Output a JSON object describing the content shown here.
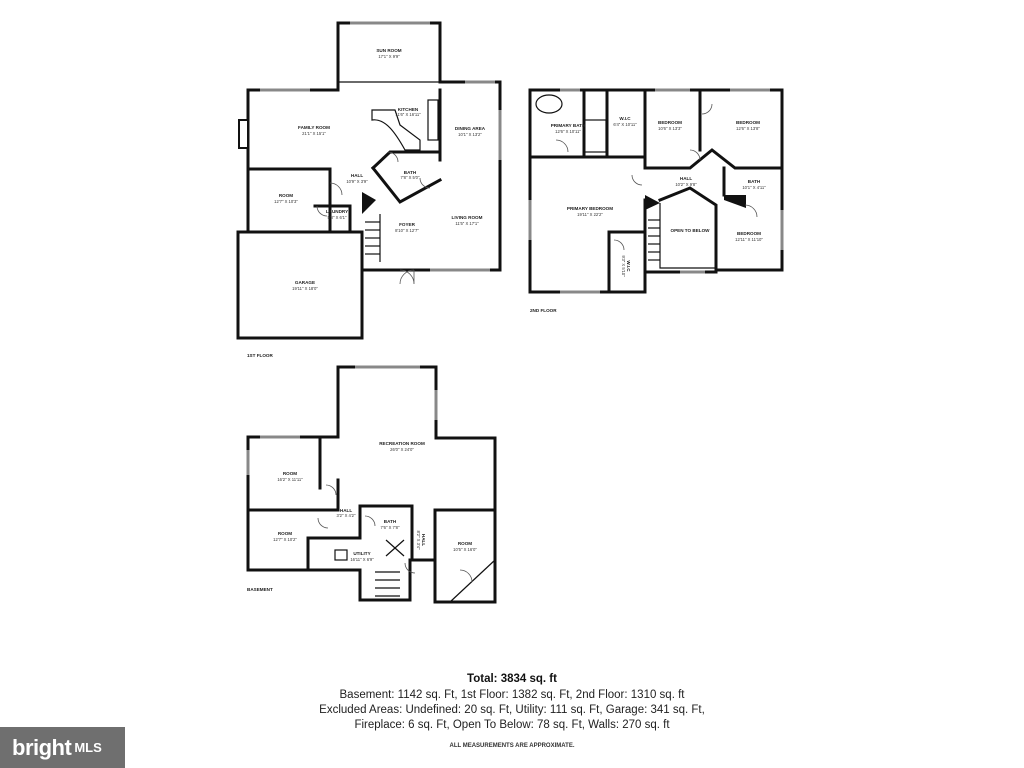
{
  "floors": {
    "first": "1ST FLOOR",
    "second": "2ND FLOOR",
    "basement": "BASEMENT"
  },
  "rooms": {
    "sun_room": {
      "name": "SUN ROOM",
      "dim": "17'1\" X 9'9\""
    },
    "kitchen": {
      "name": "KITCHEN",
      "dim": "11'6\" X 16'11\""
    },
    "family_room": {
      "name": "FAMILY ROOM",
      "dim": "21'1\" X 15'1\""
    },
    "dining_area": {
      "name": "DINING AREA",
      "dim": "10'1\" X 13'2\""
    },
    "hall_1": {
      "name": "HALL",
      "dim": "10'9\" X 3'9\""
    },
    "bath_1": {
      "name": "BATH",
      "dim": "7'8\" X 5'0\""
    },
    "room_1": {
      "name": "ROOM",
      "dim": "12'7\" X 10'3\""
    },
    "laundry": {
      "name": "LAUNDRY",
      "dim": "5'8\" X 6'1\""
    },
    "foyer": {
      "name": "FOYER",
      "dim": "8'10\" X 12'7\""
    },
    "living_room": {
      "name": "LIVING ROOM",
      "dim": "11'5\" X 17'1\""
    },
    "garage": {
      "name": "GARAGE",
      "dim": "19'11\" X 18'0\""
    },
    "primary_bath": {
      "name": "PRIMARY BATH",
      "dim": "12'6\" X 10'11\""
    },
    "wic_1": {
      "name": "W.I.C",
      "dim": "6'4\" X 10'11\""
    },
    "bedroom_1": {
      "name": "BEDROOM",
      "dim": "10'6\" X 13'3\""
    },
    "bedroom_2": {
      "name": "BEDROOM",
      "dim": "12'6\" X 13'8\""
    },
    "primary_bedroom": {
      "name": "PRIMARY BEDROOM",
      "dim": "19'11\" X 22'2\""
    },
    "hall_2": {
      "name": "HALL",
      "dim": "10'2\" X 9'8\""
    },
    "bath_2": {
      "name": "BATH",
      "dim": "10'1\" X 4'11\""
    },
    "open_to_below": {
      "name": "OPEN TO BELOW",
      "dim": ""
    },
    "bedroom_3": {
      "name": "BEDROOM",
      "dim": "12'11\" X 11'10\""
    },
    "wic_2": {
      "name": "W.I.C",
      "dim": "9'3\" X 5'10\""
    },
    "recreation_room": {
      "name": "RECREATION ROOM",
      "dim": "26'0\" X 24'0\""
    },
    "room_2": {
      "name": "ROOM",
      "dim": "16'2\" X 11'11\""
    },
    "room_3": {
      "name": "ROOM",
      "dim": "12'7\" X 10'2\""
    },
    "hall_3": {
      "name": "HALL",
      "dim": "3'2\" X 4'2\""
    },
    "bath_3": {
      "name": "BATH",
      "dim": "7'6\" X 7'8\""
    },
    "hall_4": {
      "name": "HALL",
      "dim": "8'2\" X 3'4\""
    },
    "utility": {
      "name": "UTILITY",
      "dim": "16'11\" X 6'9\""
    },
    "room_4": {
      "name": "ROOM",
      "dim": "10'5\" X 16'0\""
    }
  },
  "summary": {
    "total": "Total: 3834 sq. ft",
    "line1": "Basement: 1142 sq. Ft, 1st Floor: 1382 sq. Ft, 2nd Floor: 1310 sq. ft",
    "line2": "Excluded Areas: Undefined: 20 sq. Ft, Utility: 111 sq. Ft, Garage: 341 sq. Ft,",
    "line3": "Fireplace: 6 sq. Ft, Open To Below: 78 sq. Ft, Walls: 270 sq. ft",
    "disclaimer": "ALL MEASUREMENTS ARE APPROXIMATE."
  },
  "logo": {
    "brand": "bright",
    "suffix": "MLS"
  }
}
